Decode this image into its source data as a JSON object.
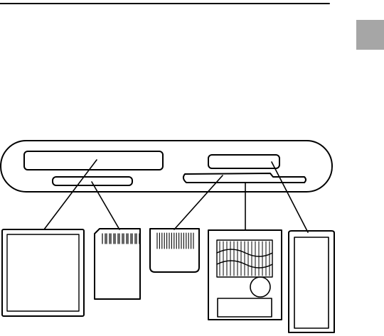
{
  "page": {
    "section_tab_color": "#a6a6a6",
    "ink_color": "#000000",
    "paper_color": "#ffffff"
  },
  "diagram": {
    "reader": {
      "name": "card-reader"
    },
    "cards": [
      {
        "name": "compactflash-card"
      },
      {
        "name": "sd-card"
      },
      {
        "name": "memory-card-small"
      },
      {
        "name": "smartmedia-card"
      },
      {
        "name": "memory-stick"
      }
    ]
  }
}
